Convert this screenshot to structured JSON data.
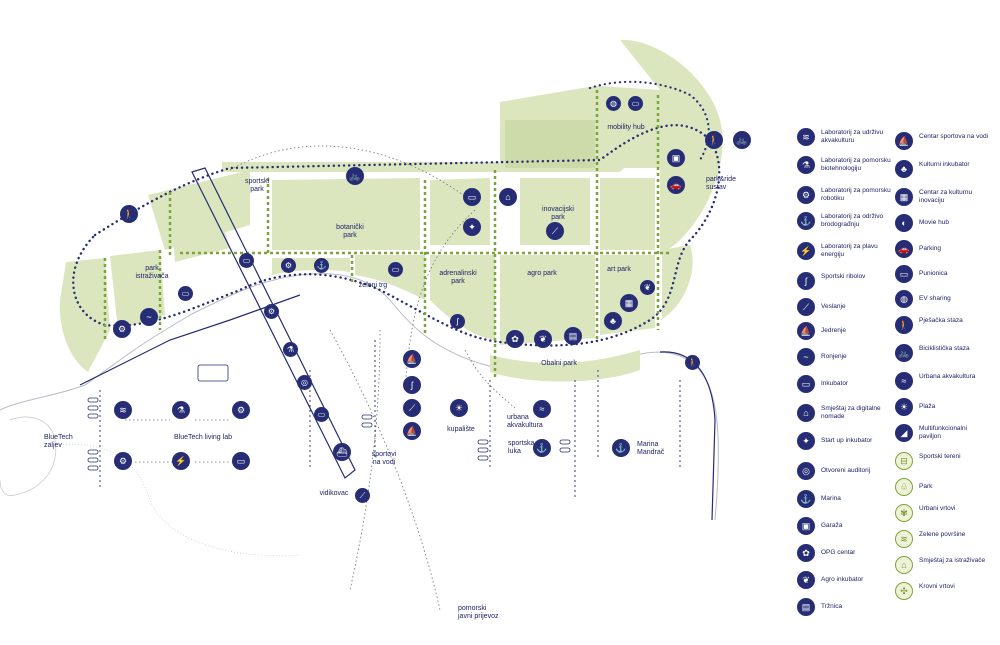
{
  "colors": {
    "navy": "#262d74",
    "green_fill": "#dbe6bf",
    "green_line": "#7da43b",
    "outline": "#b8bcc6"
  },
  "map_labels": {
    "sportski_park": "sportski park",
    "botanicki_park": "botanički park",
    "park_istrazivaca": "park istraživača",
    "inovacijski_park": "inovacijski park",
    "mobility_hub": "mobility hub",
    "park_ride": "park&ride sustav",
    "zeleni_trg": "zeleni trg",
    "adrenalinski_park": "adrenalinski park",
    "agro_park": "agro park",
    "art_park": "art park",
    "obalni_park": "Obalni park",
    "bluetech_zaljev": "BlueTech zaljev",
    "bluetech_living_lab": "BlueTech living lab",
    "vidikovac": "vidikovac",
    "sportovi_na_vodi": "sportovi na vodi",
    "kupaliste": "kupalište",
    "urbana_akvakultura": "urbana akvakultura",
    "sportska_luka": "sportska luka",
    "marina_mandrac": "Marina Mandrač",
    "pomorski_javni_prijevoz": "pomorski javni prijevoz"
  },
  "legend": {
    "col1": [
      {
        "icon": "aquaculture-lab-icon",
        "glyph": "≋",
        "label": "Laboratorij za udrživu akvakulturu"
      },
      {
        "icon": "biotech-lab-icon",
        "glyph": "⚗",
        "label": "Laboratorij za pomorsku biotehnologiju"
      },
      {
        "icon": "robotics-lab-icon",
        "glyph": "⚙",
        "label": "Laboratorij za pomorsku robotiku"
      },
      {
        "icon": "shipbuilding-lab-icon",
        "glyph": "⚓",
        "label": "Laboratorij za održivo brodograđnju"
      },
      {
        "icon": "blue-energy-lab-icon",
        "glyph": "⚡",
        "label": "Laboratorij za plavu energiju"
      },
      {
        "icon": "fishing-icon",
        "glyph": "ʃ",
        "label": "Sportski ribolov"
      },
      {
        "icon": "rowing-icon",
        "glyph": "⟋",
        "label": "Veslanje"
      },
      {
        "icon": "sailing-icon",
        "glyph": "⛵",
        "label": "Jedrenje"
      },
      {
        "icon": "diving-icon",
        "glyph": "~",
        "label": "Ronjenje"
      },
      {
        "icon": "incubator-icon",
        "glyph": "▭",
        "label": "Inkubator"
      },
      {
        "icon": "nomad-housing-icon",
        "glyph": "⌂",
        "label": "Smještaj za digitalne nomade"
      },
      {
        "icon": "startup-incubator-icon",
        "glyph": "✦",
        "label": "Start up inkubator"
      },
      {
        "icon": "open-auditorium-icon",
        "glyph": "◎",
        "label": "Otvoreni auditorij"
      },
      {
        "icon": "marina-icon",
        "glyph": "⚓",
        "label": "Marina"
      },
      {
        "icon": "garage-icon",
        "glyph": "▣",
        "label": "Garaža"
      },
      {
        "icon": "opg-center-icon",
        "glyph": "✿",
        "label": "OPG centar"
      },
      {
        "icon": "agro-incubator-icon",
        "glyph": "❦",
        "label": "Agro inkubator"
      },
      {
        "icon": "market-icon",
        "glyph": "▤",
        "label": "Tržnica"
      }
    ],
    "col2": [
      {
        "icon": "water-sports-center-icon",
        "glyph": "⛵",
        "label": "Centar sportova na vodi",
        "green": false
      },
      {
        "icon": "culture-incubator-icon",
        "glyph": "♣",
        "label": "Kulturni inkubator",
        "green": false
      },
      {
        "icon": "culture-innovation-center-icon",
        "glyph": "▦",
        "label": "Centar za kulturnu inovaciju",
        "green": false
      },
      {
        "icon": "movie-hub-icon",
        "glyph": "◐",
        "label": "Movie hub",
        "green": false
      },
      {
        "icon": "parking-icon",
        "glyph": "🚗",
        "label": "Parking",
        "green": false
      },
      {
        "icon": "charging-station-icon",
        "glyph": "▭",
        "label": "Punionica",
        "green": false
      },
      {
        "icon": "ev-sharing-icon",
        "glyph": "◍",
        "label": "EV sharing",
        "green": false
      },
      {
        "icon": "pedestrian-path-icon",
        "glyph": "🚶",
        "label": "Pješačka staza",
        "green": false
      },
      {
        "icon": "bicycle-path-icon",
        "glyph": "🚲",
        "label": "Biciklistička staza",
        "green": false
      },
      {
        "icon": "urban-aquaculture-icon",
        "glyph": "≈",
        "label": "Urbana akvakultura",
        "green": false
      },
      {
        "icon": "beach-icon",
        "glyph": "☀",
        "label": "Plaža",
        "green": false
      },
      {
        "icon": "multifunctional-pavilion-icon",
        "glyph": "◢",
        "label": "Multifunkcionalni paviljon",
        "green": false
      },
      {
        "icon": "sports-fields-icon",
        "glyph": "⊟",
        "label": "Sportski tereni",
        "green": true
      },
      {
        "icon": "park-icon",
        "glyph": "♧",
        "label": "Park",
        "green": true
      },
      {
        "icon": "urban-gardens-icon",
        "glyph": "✾",
        "label": "Urbani vrtovi",
        "green": true
      },
      {
        "icon": "green-areas-icon",
        "glyph": "≋",
        "label": "Zelene površine",
        "green": true
      },
      {
        "icon": "researcher-housing-icon",
        "glyph": "⌂",
        "label": "Smještaj za istraživače",
        "green": true
      },
      {
        "icon": "roof-gardens-icon",
        "glyph": "✣",
        "label": "Krovni vrtovi",
        "green": true
      }
    ]
  },
  "map_pins": [
    {
      "name": "pedestrian-path-icon",
      "glyph": "🚶"
    },
    {
      "name": "bicycle-path-icon",
      "glyph": "🚲"
    },
    {
      "name": "garage-icon",
      "glyph": "▣"
    },
    {
      "name": "parking-icon",
      "glyph": "🚗"
    },
    {
      "name": "ev-sharing-icon",
      "glyph": "◍"
    },
    {
      "name": "charging-station-icon",
      "glyph": "▭"
    },
    {
      "name": "bicycle-path-icon",
      "glyph": "🚲"
    },
    {
      "name": "pedestrian-path-icon",
      "glyph": "🚶"
    },
    {
      "name": "robotics-lab-icon",
      "glyph": "⚙"
    },
    {
      "name": "diving-icon",
      "glyph": "~"
    },
    {
      "name": "incubator-icon",
      "glyph": "▭"
    },
    {
      "name": "nomad-housing-icon",
      "glyph": "⌂"
    },
    {
      "name": "startup-incubator-icon",
      "glyph": "✦"
    },
    {
      "name": "rowing-icon",
      "glyph": "⟋"
    },
    {
      "name": "opg-center-icon",
      "glyph": "✿"
    },
    {
      "name": "market-icon",
      "glyph": "▤"
    },
    {
      "name": "agro-incubator-icon",
      "glyph": "❦"
    },
    {
      "name": "culture-incubator-icon",
      "glyph": "♣"
    },
    {
      "name": "culture-innovation-center-icon",
      "glyph": "▦"
    },
    {
      "name": "water-sports-center-icon",
      "glyph": "⛵"
    },
    {
      "name": "fishing-icon",
      "glyph": "ʃ"
    },
    {
      "name": "rowing-icon",
      "glyph": "⟋"
    },
    {
      "name": "sailing-icon",
      "glyph": "⛵"
    },
    {
      "name": "beach-icon",
      "glyph": "☀"
    },
    {
      "name": "urban-aquaculture-icon",
      "glyph": "≈"
    },
    {
      "name": "marina-icon",
      "glyph": "⚓"
    },
    {
      "name": "marina-icon",
      "glyph": "⚓"
    },
    {
      "name": "aquaculture-lab-icon",
      "glyph": "≋"
    },
    {
      "name": "biotech-lab-icon",
      "glyph": "⚗"
    },
    {
      "name": "robotics-lab-icon",
      "glyph": "⚙"
    },
    {
      "name": "robotics-lab-icon",
      "glyph": "⚙"
    },
    {
      "name": "blue-energy-lab-icon",
      "glyph": "⚡"
    },
    {
      "name": "charging-station-icon",
      "glyph": "▭"
    },
    {
      "name": "incubator-icon",
      "glyph": "▭"
    },
    {
      "name": "robotics-lab-icon",
      "glyph": "⚙"
    },
    {
      "name": "biotech-lab-icon",
      "glyph": "⚗"
    },
    {
      "name": "open-auditorium-icon",
      "glyph": "◎"
    },
    {
      "name": "charging-station-icon",
      "glyph": "▭"
    },
    {
      "name": "ferry-icon",
      "glyph": "⛴"
    },
    {
      "name": "rowing-icon",
      "glyph": "⟋"
    },
    {
      "name": "robotics-lab-icon",
      "glyph": "⚙"
    },
    {
      "name": "shipbuilding-lab-icon",
      "glyph": "⚓"
    },
    {
      "name": "charging-station-icon",
      "glyph": "▭"
    },
    {
      "name": "pedestrian-path-icon",
      "glyph": "🚶"
    },
    {
      "name": "incubator-icon",
      "glyph": "▭"
    },
    {
      "name": "fishing-icon",
      "glyph": "ʃ"
    },
    {
      "name": "agro-incubator-icon",
      "glyph": "❦"
    }
  ]
}
